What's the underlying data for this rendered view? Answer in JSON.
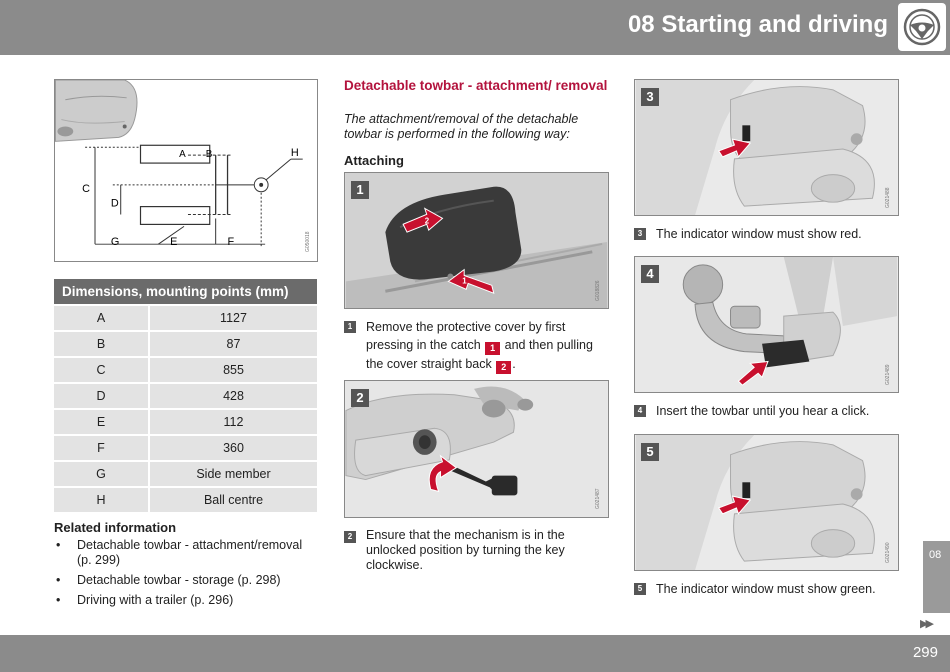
{
  "header": {
    "chapter_title": "08 Starting and driving",
    "icon": "steering-wheel-icon"
  },
  "footer": {
    "page_number": "299",
    "side_tab": "08",
    "next_icon": "double-arrow-right-icon"
  },
  "diagram": {
    "labels": {
      "A": "A",
      "B": "B",
      "C": "C",
      "D": "D",
      "E": "E",
      "F": "F",
      "G": "G",
      "H": "H"
    },
    "code": "G050018"
  },
  "dimensions_table": {
    "title": "Dimensions, mounting points (mm)",
    "rows": [
      {
        "key": "A",
        "value": "1127"
      },
      {
        "key": "B",
        "value": "87"
      },
      {
        "key": "C",
        "value": "855"
      },
      {
        "key": "D",
        "value": "428"
      },
      {
        "key": "E",
        "value": "112"
      },
      {
        "key": "F",
        "value": "360"
      },
      {
        "key": "G",
        "value": "Side member"
      },
      {
        "key": "H",
        "value": "Ball centre"
      }
    ]
  },
  "related": {
    "title": "Related information",
    "items": [
      "Detachable towbar - attachment/removal (p. 299)",
      "Detachable towbar - storage (p. 298)",
      "Driving with a trailer (p. 296)"
    ]
  },
  "section": {
    "title": "Detachable towbar - attachment/ removal",
    "intro": "The attachment/removal of the detachable towbar is performed in the following way:",
    "subtitle": "Attaching"
  },
  "steps": [
    {
      "num": "1",
      "code": "G018826",
      "text_a": "Remove the protective cover by first pressing in the catch",
      "badge_a": "1",
      "text_b": "and then pulling the cover straight back",
      "badge_b": "2",
      "text_c": "."
    },
    {
      "num": "2",
      "code": "G021487",
      "text": "Ensure that the mechanism is in the unlocked position by turning the key clockwise."
    },
    {
      "num": "3",
      "code": "G021488",
      "text": "The indicator window must show red."
    },
    {
      "num": "4",
      "code": "G021489",
      "text": "Insert the towbar until you hear a click."
    },
    {
      "num": "5",
      "code": "G021490",
      "text": "The indicator window must show green."
    }
  ],
  "colors": {
    "accent": "#b3133d",
    "arrow_red": "#c8102e",
    "header_gray": "#8b8b8b"
  }
}
